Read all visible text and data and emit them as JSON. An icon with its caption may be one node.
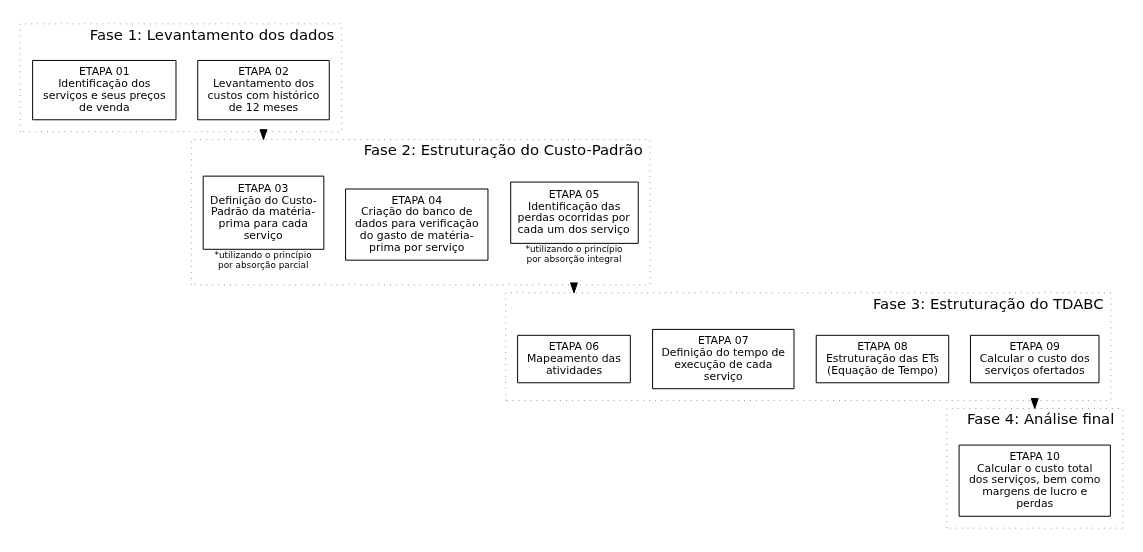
{
  "diagram": {
    "nodes": [
      {
        "text": [
          "Fase 1: Levantamento dos dados"
        ]
      },
      {
        "text": [
          "ETAPA 01",
          "Identificação dos serviços e seus preços de venda"
        ],
        "in": 0
      },
      {
        "text": [
          "ETAPA 02",
          "Levantamento dos custos com histórico de 12 meses"
        ],
        "in": 0
      },
      {
        "text": [
          "Fase 2: Estruturação do Custo-Padrão"
        ]
      },
      {
        "text": [
          "ETAPA 03",
          "Definição do Custo-Padrão da matéria-prima para cada serviço"
        ],
        "in": 3,
        "beside": [
          "*utilizando o princípio por absorção parcial"
        ]
      },
      {
        "text": [
          "ETAPA 04",
          "Criação do banco de dados para verificação do gasto de matéria-prima por serviço"
        ],
        "in": 3
      },
      {
        "text": [
          "ETAPA 05",
          "Identificação das perdas ocorridas por cada um dos serviço"
        ],
        "in": 3,
        "beside": [
          "*utilizando o princípio por absorção integral"
        ]
      },
      {
        "text": [
          "Fase 3: Estruturação do TDABC"
        ]
      },
      {
        "text": [
          "ETAPA 06",
          "Mapeamento das atividades"
        ],
        "in": 7
      },
      {
        "text": [
          "ETAPA 07",
          "Definição do tempo de execução de cada serviço"
        ],
        "in": 7
      },
      {
        "text": [
          "ETAPA 08",
          "Estruturação das ETs (Equação de Tempo)"
        ],
        "in": 7
      },
      {
        "text": [
          "ETAPA 09",
          "Calcular o custo dos serviços ofertados"
        ],
        "in": 7
      },
      {
        "text": [
          "Fase 4: Análise final"
        ]
      },
      {
        "text": [
          "ETAPA 10",
          "Calcular o custo total dos serviços, bem como margens de lucro e perdas"
        ],
        "in": 12
      }
    ],
    "edges": [
      {
        "from": 0,
        "to": 3,
        "arrow": "to"
      },
      {
        "from": 3,
        "to": 7,
        "arrow": "to"
      },
      {
        "from": 7,
        "to": 12,
        "arrow": "to"
      }
    ]
  }
}
